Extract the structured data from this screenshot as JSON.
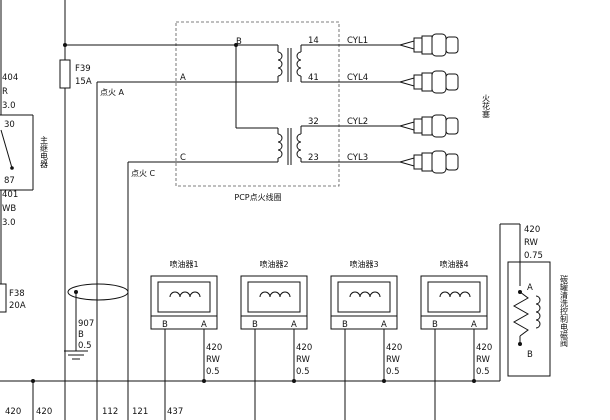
{
  "ignition_module": {
    "label": "PCP点火线圈",
    "input_terminals": [
      "B",
      "A",
      "C"
    ],
    "outputs": [
      {
        "pin": "14",
        "cylinder": "CYL1"
      },
      {
        "pin": "41",
        "cylinder": "CYL4"
      },
      {
        "pin": "32",
        "cylinder": "CYL2"
      },
      {
        "pin": "23",
        "cylinder": "CYL3"
      }
    ]
  },
  "spark_plugs_label": "火花塞",
  "main_relay": {
    "label": "主继电器",
    "wire_top": {
      "id": "404",
      "color": "R",
      "gauge": "3.0"
    },
    "pin_top": "30",
    "pin_bottom": "87",
    "wire_bottom": {
      "id": "401",
      "color": "WB",
      "gauge": "3.0"
    }
  },
  "fuses": [
    {
      "name": "F39",
      "rating": "15A"
    },
    {
      "name": "F38",
      "rating": "20A"
    }
  ],
  "ignition_signals": [
    {
      "label": "点火 A"
    },
    {
      "label": "点火 C"
    }
  ],
  "injectors": [
    {
      "label": "喷油器1",
      "pin_left": "B",
      "pin_right": "A",
      "wire": [
        "420",
        "RW",
        "0.5"
      ]
    },
    {
      "label": "喷油器2",
      "pin_left": "B",
      "pin_right": "A",
      "wire": [
        "420",
        "RW",
        "0.5"
      ]
    },
    {
      "label": "喷油器3",
      "pin_left": "B",
      "pin_right": "A",
      "wire": [
        "420",
        "RW",
        "0.5"
      ]
    },
    {
      "label": "喷油器4",
      "pin_left": "B",
      "pin_right": "A",
      "wire": [
        "420",
        "RW",
        "0.5"
      ]
    }
  ],
  "canister_valve": {
    "label": "碳罐清洗控制电磁阀",
    "pin_top": "A",
    "pin_bottom": "B",
    "wire": [
      "420",
      "RW",
      "0.75"
    ]
  },
  "ground_wire": [
    "907",
    "B",
    "0.5"
  ],
  "bottom_wires": [
    "420",
    "420",
    "112",
    "121",
    "437"
  ]
}
